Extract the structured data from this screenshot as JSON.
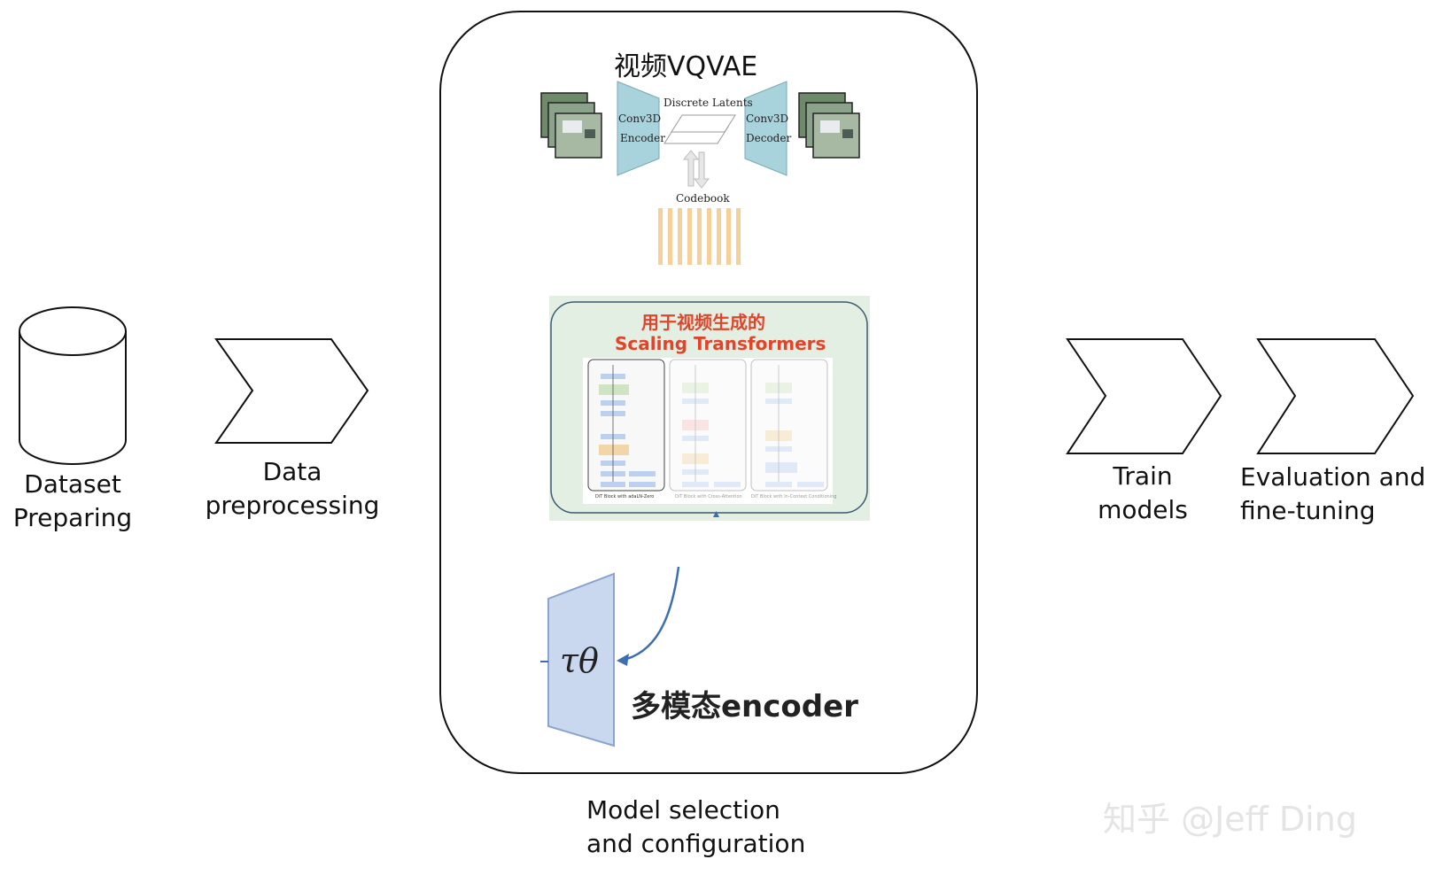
{
  "steps": {
    "dataset": {
      "line1": "Dataset",
      "line2": "Preparing"
    },
    "preprocessing": {
      "line1": "Data",
      "line2": "preprocessing"
    },
    "model": {
      "line1": "Model selection",
      "line2": "and configuration"
    },
    "train": {
      "line1": "Train",
      "line2": "models"
    },
    "evaluation": {
      "line1": "Evaluation and",
      "line2": "fine-tuning"
    }
  },
  "vqvae": {
    "title": "视频VQVAE",
    "encoder_line1": "Conv3D",
    "encoder_line2": "Encoder",
    "decoder_line1": "Conv3D",
    "decoder_line2": "Decoder",
    "latents_label": "Discrete Latents",
    "codebook_label": "Codebook"
  },
  "transformer": {
    "title_line1": "用于视频生成的",
    "title_line2": "Scaling Transformers",
    "panel1_caption": "DiT Block with adaLN-Zero",
    "panel2_caption": "DiT Block with Cross-Attention",
    "panel3_caption": "DiT Block with In-Context Conditioning"
  },
  "encoder": {
    "symbol": "τθ",
    "label": "多模态encoder"
  },
  "watermark": "知乎 @Jeff Ding",
  "colors": {
    "encoder_fill": "#a9d3dc",
    "codebook": "#f6d09a",
    "transformer_bg": "#e3efe3",
    "title_red": "#e0452c",
    "tau_fill": "#c9d8ef"
  }
}
